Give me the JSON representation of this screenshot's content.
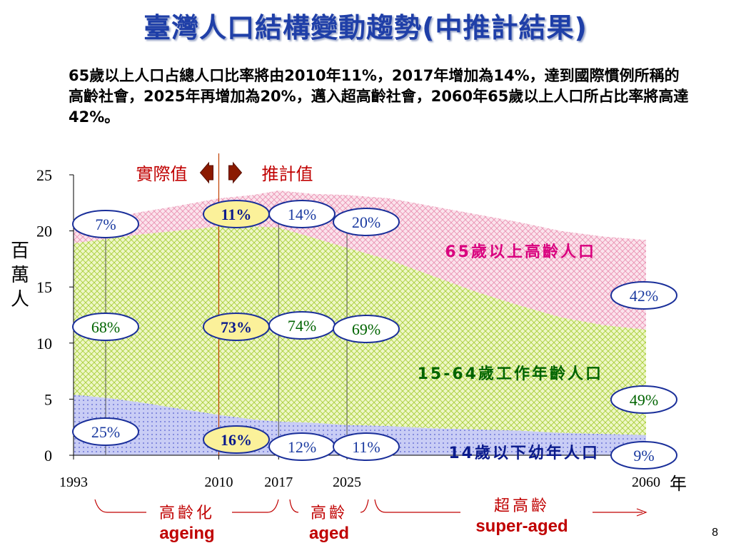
{
  "title": "臺灣人口結構變動趨勢(中推計結果)",
  "description": "65歲以上人口占總人口比率將由2010年11%，2017年增加為14%，達到國際慣例所稱的高齡社會，2025年再增加為20%，邁入超高齡社會，2060年65歲以上人口所占比率將高達42%。",
  "page_number": "8",
  "colors": {
    "title": "#1f3fa8",
    "aged_fill": "#f7c6d6",
    "working_fill": "#dff0a8",
    "young_fill": "#b9bdf0",
    "ellipse_border": "#1a2f9a",
    "highlight_fill": "#fbf19a",
    "text_red": "#c00000",
    "text_green": "#006400",
    "text_blue": "#0a1a8c",
    "text_pink": "#d9007e"
  },
  "chart_data": {
    "type": "area",
    "stacked": true,
    "ylabel": "百萬人",
    "xlabel": "年",
    "ylim": [
      0,
      25
    ],
    "yticks": [
      "0",
      "5",
      "10",
      "15",
      "20",
      "25"
    ],
    "xtick_labels": [
      "1993",
      "2010",
      "2017",
      "2025",
      "2060"
    ],
    "xlim": [
      1993,
      2060
    ],
    "x": [
      1993,
      1997,
      2001,
      2005,
      2010,
      2014,
      2017,
      2021,
      2025,
      2030,
      2035,
      2040,
      2045,
      2050,
      2055,
      2060
    ],
    "series": [
      {
        "name": "14歲以下幼年人口",
        "values": [
          5.4,
          5.1,
          4.7,
          4.2,
          3.6,
          3.2,
          3.0,
          2.9,
          2.7,
          2.6,
          2.4,
          2.3,
          2.2,
          2.0,
          1.9,
          1.8
        ]
      },
      {
        "name": "15-64歲工作年齡人口",
        "values": [
          13.5,
          14.2,
          15.0,
          15.8,
          16.8,
          17.2,
          17.3,
          16.5,
          15.8,
          14.8,
          13.6,
          12.3,
          11.2,
          10.3,
          9.7,
          9.4
        ]
      },
      {
        "name": "65歲以上高齡人口",
        "values": [
          1.6,
          1.8,
          2.0,
          2.2,
          2.5,
          2.8,
          3.3,
          3.9,
          4.7,
          5.5,
          6.2,
          6.9,
          7.4,
          7.7,
          7.9,
          8.0
        ]
      }
    ],
    "legend_marks": {
      "actual": "實際值",
      "projected": "推計值"
    },
    "region_labels": {
      "aged": "65歲以上高齡人口",
      "working": "15-64歲工作年齡人口",
      "young": "14歲以下幼年人口"
    },
    "percent_labels": [
      {
        "year": 1993,
        "aged": "7%",
        "working": "68%",
        "young": "25%"
      },
      {
        "year": 2010,
        "aged": "11%",
        "working": "73%",
        "young": "16%"
      },
      {
        "year": 2017,
        "aged": "14%",
        "working": "74%",
        "young": "12%"
      },
      {
        "year": 2025,
        "aged": "20%",
        "working": "69%",
        "young": "11%"
      },
      {
        "year": 2060,
        "aged": "42%",
        "working": "49%",
        "young": "9%"
      }
    ],
    "stages": [
      {
        "zh": "高齡化",
        "en": "ageing"
      },
      {
        "zh": "高齡",
        "en": "aged"
      },
      {
        "zh": "超高齡",
        "en": "super-aged"
      }
    ]
  }
}
